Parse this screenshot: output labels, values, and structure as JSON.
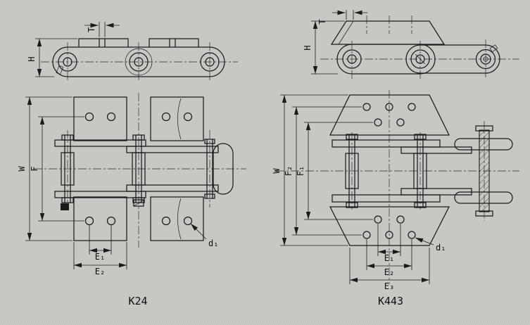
{
  "drawing": {
    "background_color": "#c7c7c4",
    "line_color": "#1b1b1b",
    "figures": [
      {
        "caption": "K24",
        "labels": {
          "H": "H",
          "T": "T",
          "W": "W",
          "F": "F",
          "E1": "E₁",
          "E2": "E₂",
          "d1": "d₁"
        }
      },
      {
        "caption": "K443",
        "labels": {
          "H": "H",
          "T": "T",
          "W": "W",
          "F1": "F₁",
          "F2": "F₂",
          "E1": "E₁",
          "E2": "E₂",
          "E3": "E₃",
          "d1": "d₁"
        }
      }
    ]
  }
}
